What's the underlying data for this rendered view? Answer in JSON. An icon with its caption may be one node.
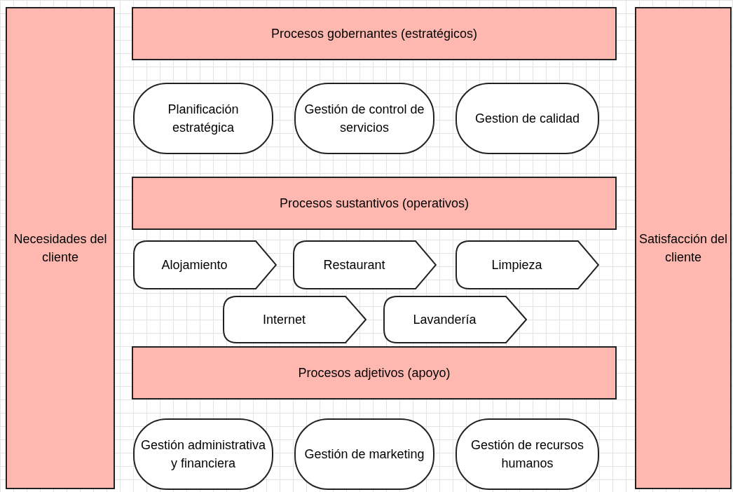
{
  "diagram": {
    "nodes": [
      {
        "text": [
          "Necesidades del cliente"
        ]
      },
      {
        "text": [
          "Procesos gobernantes (estratégicos)"
        ]
      },
      {
        "text": [
          "Planificación estratégica"
        ]
      },
      {
        "text": [
          "Gestión de control de servicios"
        ]
      },
      {
        "text": [
          "Gestion de calidad"
        ]
      },
      {
        "text": [
          "Procesos sustantivos (operativos)"
        ]
      },
      {
        "text": [
          "Alojamiento"
        ]
      },
      {
        "text": [
          "Restaurant"
        ]
      },
      {
        "text": [
          "Limpieza"
        ]
      },
      {
        "text": [
          "Internet"
        ]
      },
      {
        "text": [
          "Lavandería"
        ]
      },
      {
        "text": [
          "Procesos adjetivos (apoyo)"
        ]
      },
      {
        "text": [
          "Gestión administrativa y financiera"
        ]
      },
      {
        "text": [
          "Gestión de marketing"
        ]
      },
      {
        "text": [
          "Gestión de recursos humanos"
        ]
      },
      {
        "text": [
          "Satisfacción del cliente"
        ]
      }
    ]
  }
}
